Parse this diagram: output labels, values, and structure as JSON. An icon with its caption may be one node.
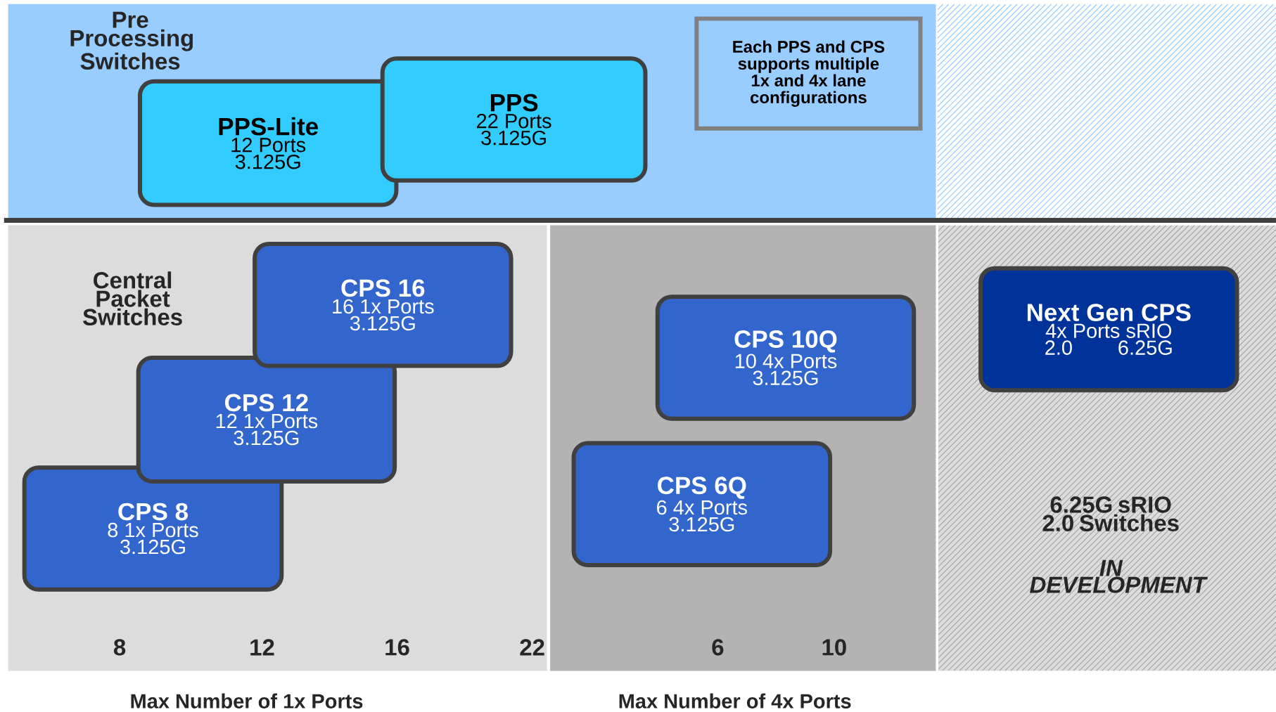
{
  "diagram": {
    "nodes": [
      {
        "text": [
          "PPS-Lite",
          "12 Ports",
          "3.125G"
        ]
      },
      {
        "text": [
          "PPS",
          "22 Ports",
          "3.125G"
        ]
      },
      {
        "text": [
          "Each PPS and CPS supports multiple 1x and 4x lane configurations"
        ]
      },
      {
        "text": [
          "CPS 16",
          "16 1x Ports",
          "3.125G"
        ]
      },
      {
        "text": [
          "Next Gen CPS",
          "4x Ports sRIO",
          "2.0",
          "6.25G"
        ]
      },
      {
        "text": [
          "CPS 10Q",
          "10 4x Ports",
          "3.125G"
        ]
      },
      {
        "text": [
          "CPS 12",
          "12 1x Ports",
          "3.125G"
        ]
      },
      {
        "text": [
          "CPS 6Q",
          "6 4x Ports",
          "3.125G"
        ]
      },
      {
        "text": [
          "CPS 8",
          "8 1x Ports",
          "3.125G"
        ]
      }
    ],
    "labels": [
      "Pre Processing Switches",
      "Central Packet Switches",
      "6.25G sRIO 2.0 Switches",
      "IN DEVELOPMENT",
      "8",
      "12",
      "16",
      "22",
      "6",
      "10",
      "Max Number of 1x Ports",
      "Max Number of 4x Ports"
    ]
  }
}
